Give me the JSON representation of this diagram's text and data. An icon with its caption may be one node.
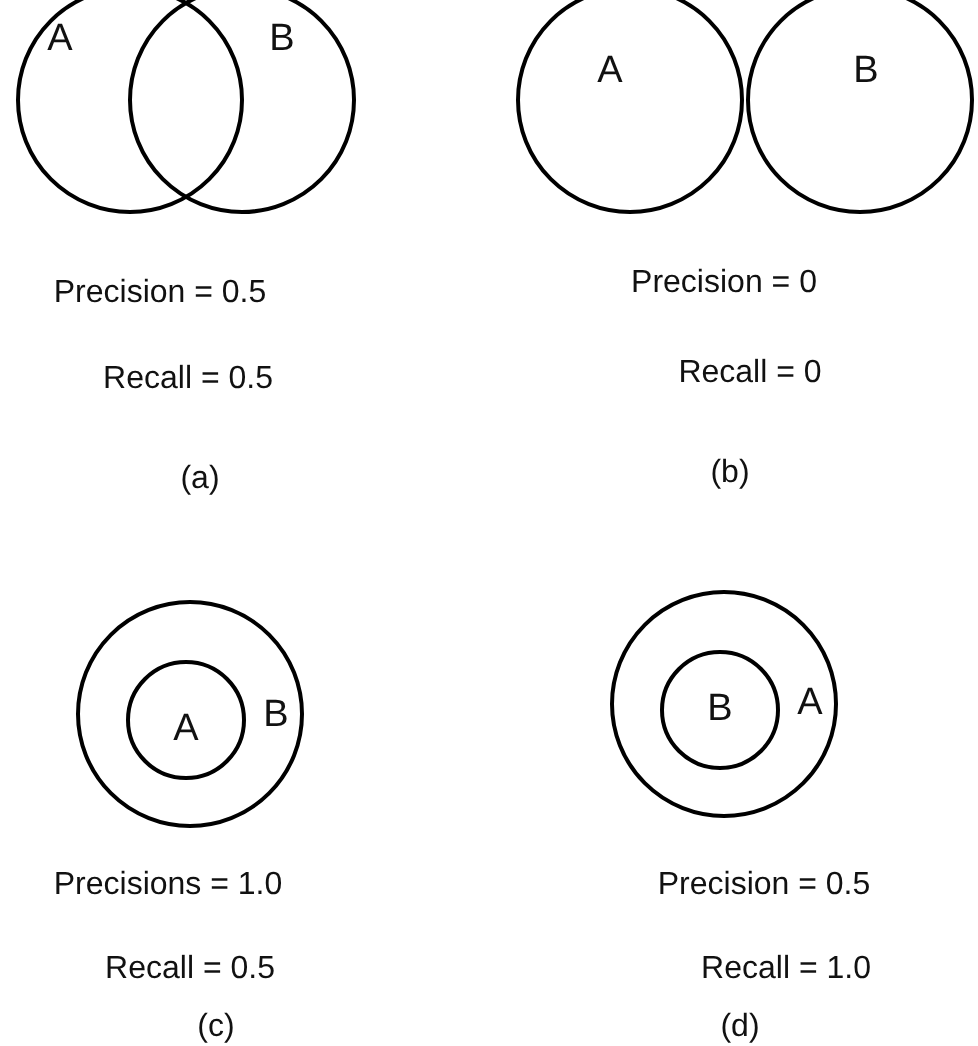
{
  "diagram": {
    "nodes": [
      {
        "text": [
          "A"
        ]
      },
      {
        "text": [
          "B"
        ]
      },
      {
        "text": [
          "A"
        ]
      },
      {
        "text": [
          "B"
        ]
      },
      {
        "text": [
          "B"
        ]
      },
      {
        "text": [
          "A"
        ],
        "in": 4
      },
      {
        "text": [
          "A"
        ]
      },
      {
        "text": [
          "B"
        ],
        "in": 6
      }
    ],
    "labels": [
      "Precision = 0.5",
      "Precision = 0",
      "Recall = 0.5",
      "Recall = 0",
      "(a)",
      "(b)",
      "Precisions = 1.0",
      "Precision = 0.5",
      "Recall = 0.5",
      "Recall = 1.0",
      "(c)",
      "(d)"
    ]
  }
}
